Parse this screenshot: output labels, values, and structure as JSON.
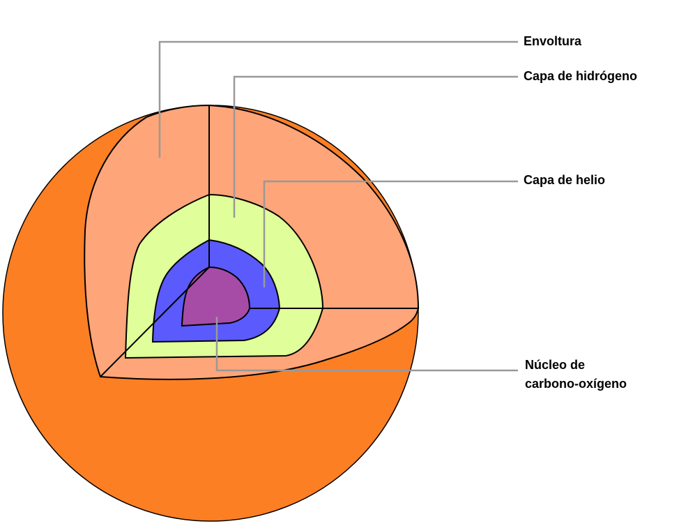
{
  "labels": {
    "envelope": "Envoltura",
    "hydrogen_layer": "Capa de hidrógeno",
    "helium_layer": "Capa de helio",
    "core_line1": "Núcleo de",
    "core_line2": "carbono-oxígeno"
  },
  "colors": {
    "outer_sphere": "#fd7f24",
    "envelope_cut": "#fea579",
    "hydrogen": "#e0fe99",
    "helium": "#5a5afd",
    "core": "#a64ca6",
    "leader_lines": "#999999",
    "outline": "#000000"
  }
}
